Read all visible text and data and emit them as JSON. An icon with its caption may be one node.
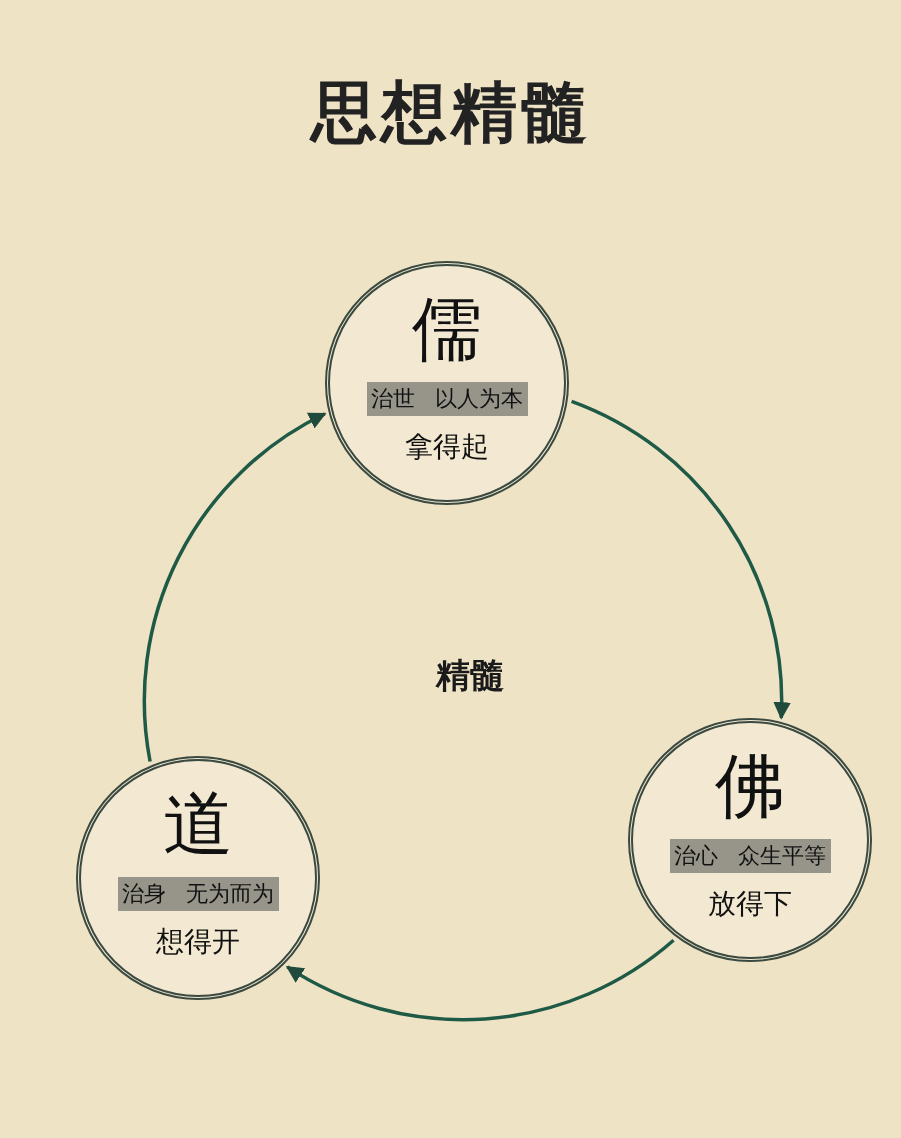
{
  "diagram": {
    "title": "思想精髓",
    "nodes": [
      {
        "text": [
          "儒",
          "治世 以人为本",
          "拿得起"
        ]
      },
      {
        "text": [
          "佛",
          "治心 众生平等",
          "放得下"
        ]
      },
      {
        "text": [
          "道",
          "治身 无为而为",
          "想得开"
        ]
      }
    ],
    "edges": [
      {
        "from": 0,
        "to": 1,
        "arrow": "to"
      },
      {
        "from": 1,
        "to": 2,
        "arrow": "to"
      },
      {
        "from": 2,
        "to": 0,
        "arrow": "to"
      }
    ],
    "labels": [
      "精髓"
    ]
  }
}
